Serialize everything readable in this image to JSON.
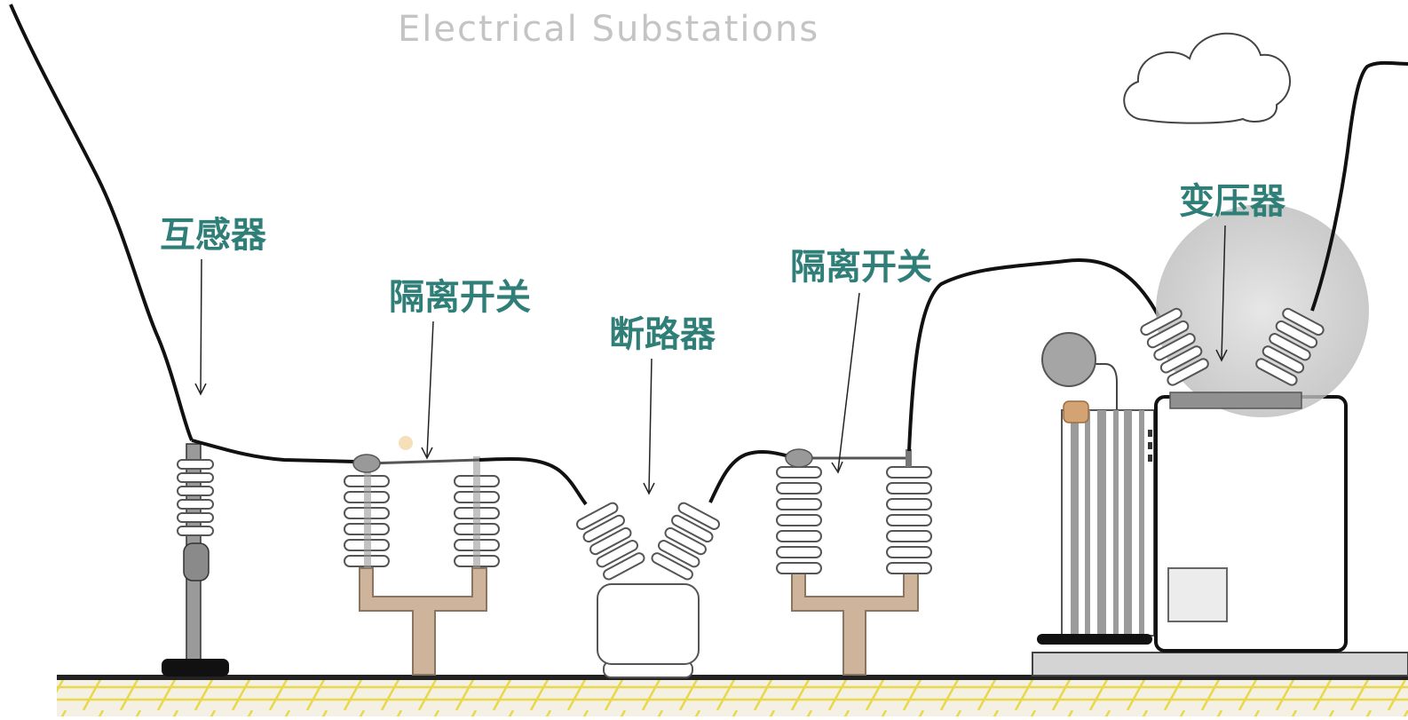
{
  "title": "Electrical Substations",
  "labels": {
    "transformer_ct": "互感器",
    "disconnector_left": "隔离开关",
    "circuit_breaker": "断路器",
    "disconnector_right": "隔离开关",
    "power_transformer": "变压器"
  },
  "colors": {
    "label_text": "#2f7f78",
    "title_text": "#c4c4c4",
    "ground_stripe": "#e8d84a",
    "support_tan": "#cdb49a",
    "insulator_gray": "#8a8a8a",
    "line_black": "#111111"
  }
}
